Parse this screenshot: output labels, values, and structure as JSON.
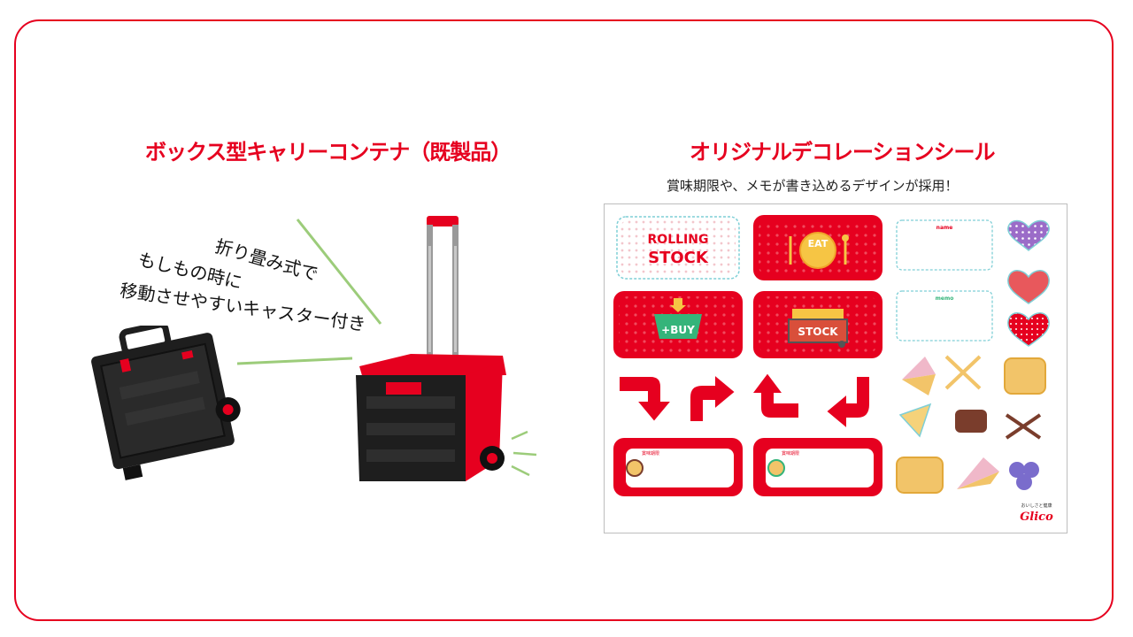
{
  "left_panel": {
    "title": "ボックス型キャリーコンテナ（既製品）",
    "caption_lines": [
      "折り畳み式で",
      "もしもの時に",
      "移動させやすいキャスター付き"
    ]
  },
  "right_panel": {
    "title": "オリジナルデコレーションシール",
    "subtitle": "賞味期限や、メモが書き込めるデザインが採用！",
    "sheet": {
      "rolling_stock_line1": "ROLLING",
      "rolling_stock_line2": "STOCK",
      "eat_label": "EAT",
      "buy_label": "+BUY",
      "stock_label": "STOCK",
      "name_label": "name",
      "memo_label": "memo",
      "expiry_label_1": "賞味期限",
      "expiry_label_2": "賞味期限",
      "brand_tagline": "おいしさと健康",
      "brand_logo": "Glico"
    }
  },
  "colors": {
    "brand_red": "#e6001f",
    "cart_black": "#1e1e1e",
    "line_green": "#9ccc7a",
    "sticker_blue": "#7fcfd6"
  }
}
